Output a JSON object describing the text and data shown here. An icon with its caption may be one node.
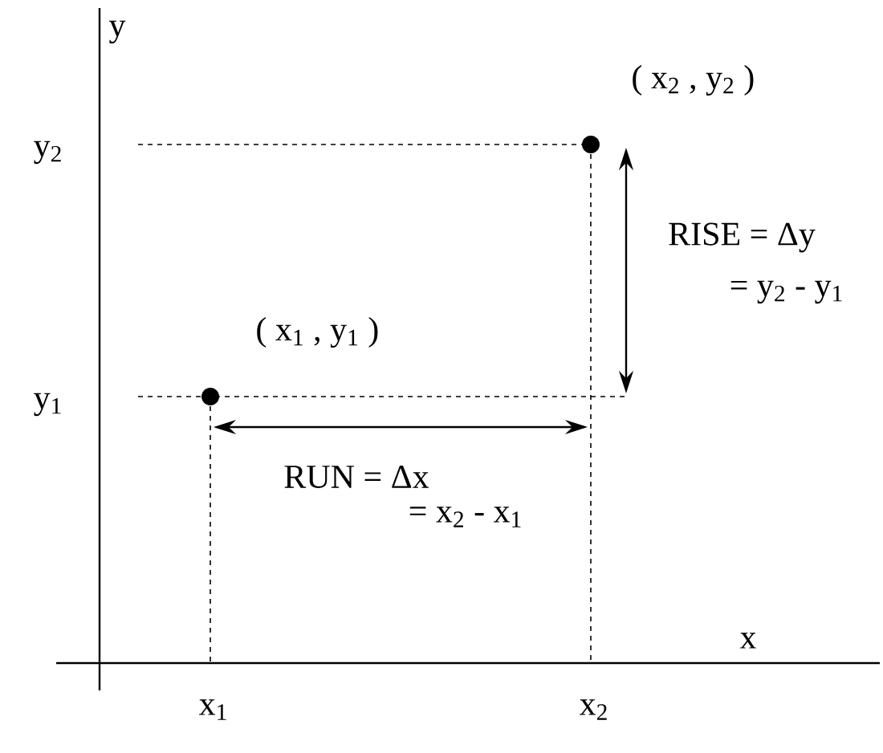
{
  "diagram": {
    "nodes": [
      {
        "text": [],
        "shape": "circle",
        "beside": [
          "( x$_{2}$ , y$_{2}$ )"
        ]
      },
      {
        "text": [],
        "shape": "circle",
        "beside": [
          "( x$_{1}$ , y$_{1}$ )"
        ]
      }
    ],
    "labels": [
      "y",
      "y$_{2}$",
      "RISE = Δy",
      "= y$_{2}$ - y$_{1}$",
      "y$_{1}$",
      "RUN = Δx",
      "= x$_{2}$ - x$_{1}$",
      "x",
      "x$_{1}$",
      "x$_{2}$"
    ]
  }
}
